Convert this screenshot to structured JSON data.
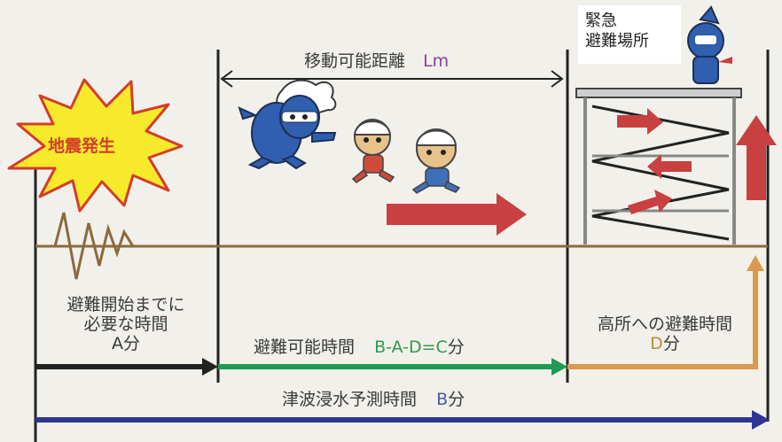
{
  "quake": {
    "text": "地震発生"
  },
  "evac_site": {
    "line1": "緊急",
    "line2": "避難場所"
  },
  "distance": {
    "label": "移動可能距離",
    "symbol": "Lm"
  },
  "time_a": {
    "line1": "避難開始までに",
    "line2": "必要な時間",
    "value_letter": "A",
    "unit": "分"
  },
  "time_c": {
    "label": "避難可能時間",
    "formula": "B-A-D=C",
    "unit": "分"
  },
  "time_d": {
    "label": "高所への避難時間",
    "value_letter": "D",
    "unit": "分"
  },
  "time_b": {
    "label": "津波浸水予測時間",
    "value_letter": "B",
    "unit": "分"
  },
  "colors": {
    "ground_line": "#8b6a3e",
    "arrow_a": "#222222",
    "arrow_c": "#1f9a55",
    "arrow_d": "#d99a4e",
    "arrow_b": "#2e3592",
    "red_arrow": "#c94040",
    "starburst": "#f7ea2a",
    "starburst_edge": "#d43d2a"
  }
}
